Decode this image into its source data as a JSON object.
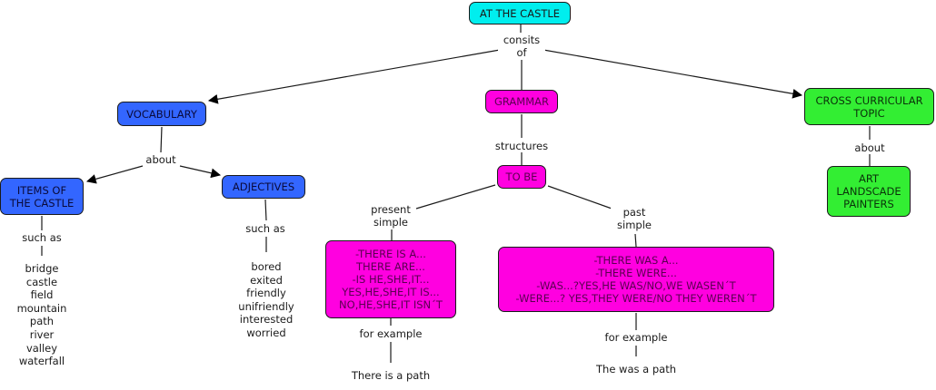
{
  "concept_map": {
    "root": {
      "label": "AT THE CASTLE",
      "color": "#00eeee"
    },
    "root_link": [
      "consits",
      "of"
    ],
    "vocabulary": {
      "label": "VOCABULARY",
      "color": "#3366ff"
    },
    "vocabulary_link": "about",
    "items": {
      "label_lines": [
        "ITEMS OF",
        "THE CASTLE"
      ],
      "color": "#3366ff"
    },
    "items_link": "such as",
    "items_list": [
      "bridge",
      "castle",
      "field",
      "mountain",
      "path",
      "river",
      "valley",
      "waterfall"
    ],
    "adjectives": {
      "label": "ADJECTIVES",
      "color": "#3366ff"
    },
    "adjectives_link": "such as",
    "adjectives_list": [
      "bored",
      "exited",
      "friendly",
      "unifriendly",
      "interested",
      "worried"
    ],
    "grammar": {
      "label": "GRAMMAR",
      "color": "#ff00e0"
    },
    "grammar_link": "structures",
    "to_be": {
      "label": "TO BE",
      "color": "#ff00e0"
    },
    "present_link": [
      "present",
      "simple"
    ],
    "present_box": [
      "-THERE IS A...",
      "THERE ARE...",
      "-IS HE,SHE,IT...",
      "YES,HE,SHE,IT IS...",
      "NO,HE,SHE,IT ISN´T"
    ],
    "present_example_link": "for example",
    "present_example": "There is a path",
    "past_link": [
      "past",
      "simple"
    ],
    "past_box": [
      "-THERE WAS A...",
      "-THERE WERE...",
      "-WAS...?YES,HE WAS/NO,WE WASEN´T",
      "-WERE...? YES,THEY WERE/NO THEY WEREN´T"
    ],
    "past_example_link": "for example",
    "past_example": "The was a path",
    "cross": {
      "label_lines": [
        "CROSS CURRICULAR",
        "TOPIC"
      ],
      "color": "#33ee33"
    },
    "cross_link": "about",
    "art": {
      "label_lines": [
        "ART",
        "LANDSCADE",
        "PAINTERS"
      ],
      "color": "#33ee33"
    }
  }
}
